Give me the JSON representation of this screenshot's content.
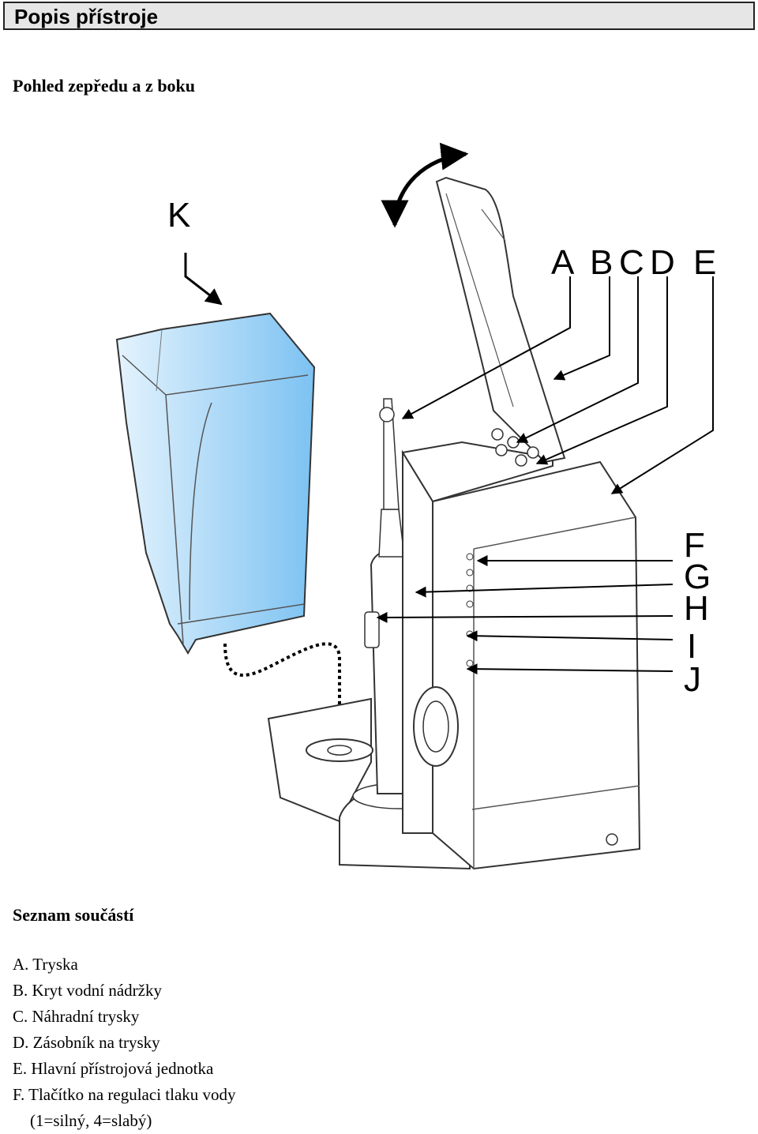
{
  "header": {
    "title": "Popis přístroje"
  },
  "view": {
    "subtitle": "Pohled zepředu a z boku"
  },
  "figure": {
    "callouts": [
      "K",
      "A",
      "B",
      "C",
      "D",
      "E",
      "F",
      "G",
      "H",
      "I",
      "J"
    ],
    "tank_color": "#9fd0f5"
  },
  "parts": {
    "heading": "Seznam součástí",
    "items": [
      "A. Tryska",
      "B. Kryt vodní nádržky",
      "C. Náhradní trysky",
      "D. Zásobník na trysky",
      "E. Hlavní přístrojová jednotka",
      "F. Tlačítko na regulaci tlaku vody",
      "(1=silný, 4=slabý)"
    ]
  }
}
